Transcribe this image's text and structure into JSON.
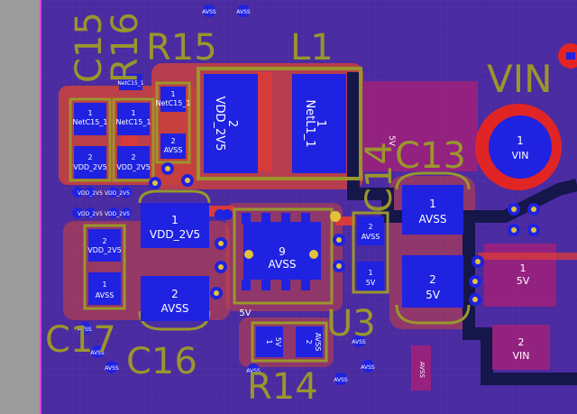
{
  "colors": {
    "background": "#4a2ba0",
    "grid": "#5b3cb8",
    "pad": "#1f22e0",
    "copper_red": "#d63a3a",
    "silkscreen": "#9a962c",
    "outline": "#9a962c",
    "via": "#e3c23a",
    "pink_zone": "#a0207a",
    "dark_trace": "#15164a"
  },
  "designators": {
    "c15": "C15",
    "r16": "R16",
    "r15": "R15",
    "l1": "L1",
    "vin": "VIN",
    "c14": "C14",
    "c13": "C13",
    "c17": "C17",
    "c16": "C16",
    "u3": "U3",
    "r14": "R14"
  },
  "pads": {
    "r15_p1_num": "1",
    "r15_p1_net": "NetC15_1",
    "r15_p2_num": "2",
    "r15_p2_net": "AVSS",
    "l1_p2_num": "2",
    "l1_p2_net": "VDD_2V5",
    "l1_p1_num": "1",
    "l1_p1_net": "NetL1_1",
    "vin_p1_num": "1",
    "vin_p1_net": "VIN",
    "c15_p1_num": "1",
    "c15_p1_net": "NetC15_1",
    "c15_p2_num": "2",
    "c15_p2_net": "VDD_2V5",
    "r16_p1_num": "1",
    "r16_p1_net": "NetC15_1",
    "r16_p2_num": "2",
    "r16_p2_net": "VDD_2V5",
    "c16_p1_num": "1",
    "c16_p1_net": "VDD_2V5",
    "c16_p2_num": "2",
    "c16_p2_net": "AVSS",
    "c17_p2_num": "2",
    "c17_p2_net": "VDD_2V5",
    "c17_p1_num": "1",
    "c17_p1_net": "AVSS",
    "u3_p9_num": "9",
    "u3_p9_net": "AVSS",
    "c14_p2_num": "2",
    "c14_p2_net": "AVSS",
    "c14_p1_num": "1",
    "c14_p1_net": "5V",
    "c13_p1_num": "1",
    "c13_p1_net": "AVSS",
    "c13_p2_num": "2",
    "c13_p2_net": "5V",
    "right_p1_num": "1",
    "right_p1_net": "5V",
    "right_p2_num": "2",
    "right_p2_net": "VIN",
    "r14_p1_num": "1",
    "r14_p1_net": "5V",
    "r14_p2_num": "2",
    "r14_p2_net": "AVSS",
    "pink_5v": "5V",
    "net_5v_label": "5V",
    "small_avss": "AVSS",
    "small_vdd": "VDD_2V5",
    "small_netc15": "NetC15_1"
  }
}
